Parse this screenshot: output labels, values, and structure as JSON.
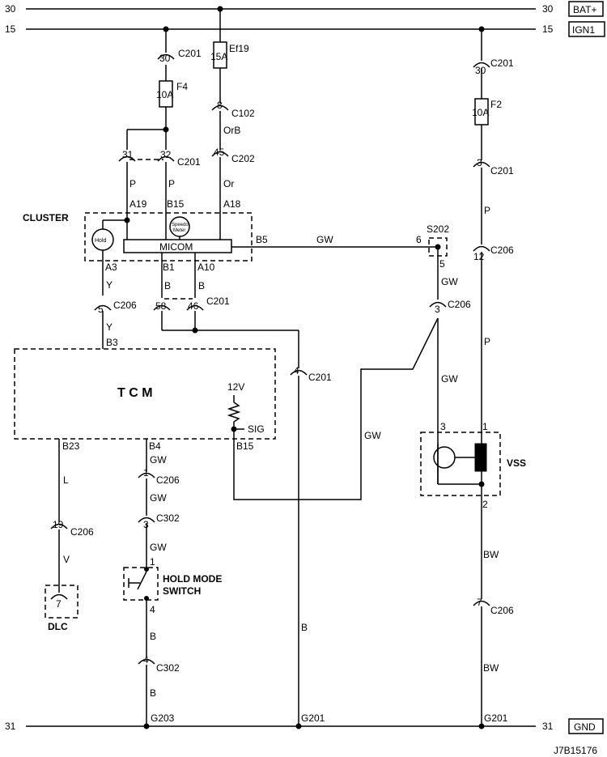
{
  "rails": {
    "top_num": "30",
    "top_name": "BAT+",
    "ign_num": "15",
    "ign_name": "IGN1",
    "gnd_num": "31",
    "gnd_name": "GND"
  },
  "conn": {
    "c201": "C201",
    "c102": "C102",
    "c202": "C202",
    "c206": "C206",
    "c302": "C302"
  },
  "pins": {
    "p30": "30",
    "p8": "8",
    "p45": "45",
    "p31": "31",
    "p32": "32",
    "p3": "3",
    "p12": "12",
    "p5": "5",
    "p58": "58",
    "p46": "46",
    "p4": "4",
    "p1": "1",
    "p19": "19",
    "p7": "7",
    "p6": "6",
    "p2": "2"
  },
  "fuses": {
    "f4_name": "F4",
    "f4_rating": "10A",
    "ef19_name": "Ef19",
    "ef19_rating": "15A",
    "f2_name": "F2",
    "f2_rating": "10A"
  },
  "wires": {
    "P": "P",
    "OrB": "OrB",
    "Or": "Or",
    "GW": "GW",
    "Y": "Y",
    "B": "B",
    "L": "L",
    "V": "V",
    "BW": "BW"
  },
  "cluster": {
    "title": "CLUSTER",
    "micom": "MICOM",
    "hold": "Hold",
    "speedo_line1": "Speedo",
    "speedo_line2": "Meter",
    "a19": "A19",
    "b15": "B15",
    "a18": "A18",
    "b5": "B5",
    "a3": "A3",
    "b1": "B1",
    "a10": "A10"
  },
  "tcm": {
    "title": "T C M",
    "v12": "12V",
    "sig": "SIG",
    "b3": "B3",
    "b23": "B23",
    "b4": "B4",
    "b15": "B15"
  },
  "splice": {
    "s202": "S202"
  },
  "vss": {
    "title": "VSS"
  },
  "hold_switch": {
    "line1": "HOLD MODE",
    "line2": "SWITCH"
  },
  "dlc": {
    "title": "DLC"
  },
  "grounds": {
    "g203": "G203",
    "g201a": "G201",
    "g201b": "G201"
  },
  "diagram_code": "J7B15176"
}
